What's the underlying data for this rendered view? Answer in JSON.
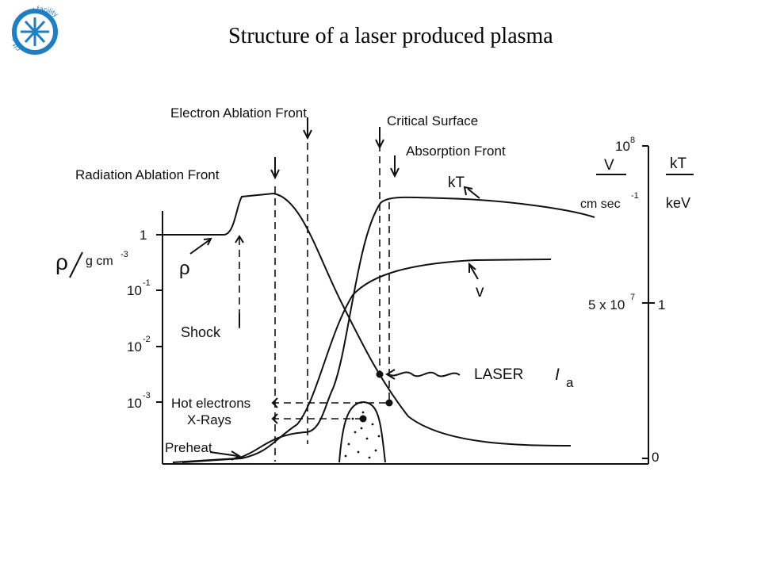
{
  "slide": {
    "title": "Structure of a laser produced plasma"
  },
  "logo": {
    "mark": "clf",
    "text": "central laser facility"
  },
  "diagram": {
    "labels": {
      "electron_front": "Electron  Ablation Front",
      "critical": "Critical Surface",
      "absorption": "Absorption Front",
      "radiation_front": "Radiation  Ablation Front",
      "kT": "kT",
      "v_curve": "v",
      "rho_curve": "ρ",
      "shock": "Shock",
      "laser": "LASER",
      "ia": "I",
      "ia_sub": "a",
      "hot_electrons": "Hot electrons",
      "xrays": "X-Rays",
      "preheat": "Preheat"
    },
    "left_axis": {
      "symbol": "ρ",
      "unit": "g cm",
      "unit_exp": "-3",
      "ticks": [
        {
          "base": "1",
          "exp": ""
        },
        {
          "base": "10",
          "exp": "-1"
        },
        {
          "base": "10",
          "exp": "-2"
        },
        {
          "base": "10",
          "exp": "-3"
        }
      ]
    },
    "right_axis": {
      "v_label": "V",
      "v_unit": "cm sec",
      "v_unit_exp": "-1",
      "kt_label": "kT",
      "kt_unit": "keV",
      "top_tick": "10",
      "top_tick_exp": "8",
      "mid_tick": "5 x 10",
      "mid_tick_exp": "7",
      "mid_tick_kt": "1",
      "zero_tick": "0"
    }
  }
}
